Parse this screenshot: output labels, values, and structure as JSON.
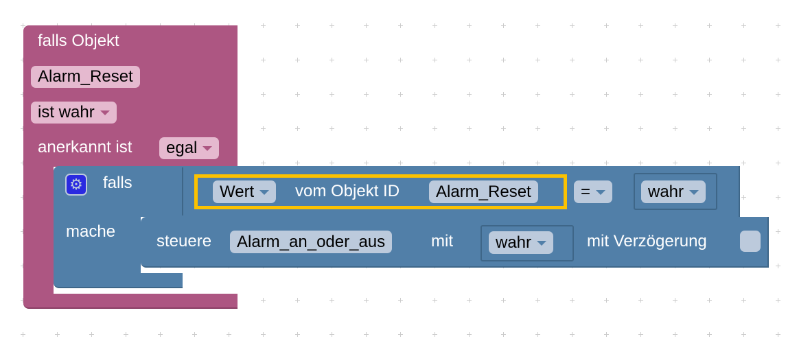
{
  "trigger_block": {
    "title": "falls Objekt",
    "object_id": "Alarm_Reset",
    "condition": "ist wahr",
    "ack_label": "anerkannt ist",
    "ack_value": "egal"
  },
  "if_block": {
    "if_label": "falls",
    "do_label": "mache",
    "gear_icon": "gear-icon"
  },
  "compare_block": {
    "value_type": "Wert",
    "of_object_label": "vom Objekt ID",
    "object_id": "Alarm_Reset",
    "operator": "=",
    "compare_value": "wahr"
  },
  "control_block": {
    "label": "steuere",
    "object_id": "Alarm_an_oder_aus",
    "with_label": "mit",
    "value": "wahr",
    "delay_label": "mit Verzögerung"
  },
  "colors": {
    "trigger": "#ad5682",
    "logic": "#517fa8",
    "selected": "#fcc200"
  }
}
